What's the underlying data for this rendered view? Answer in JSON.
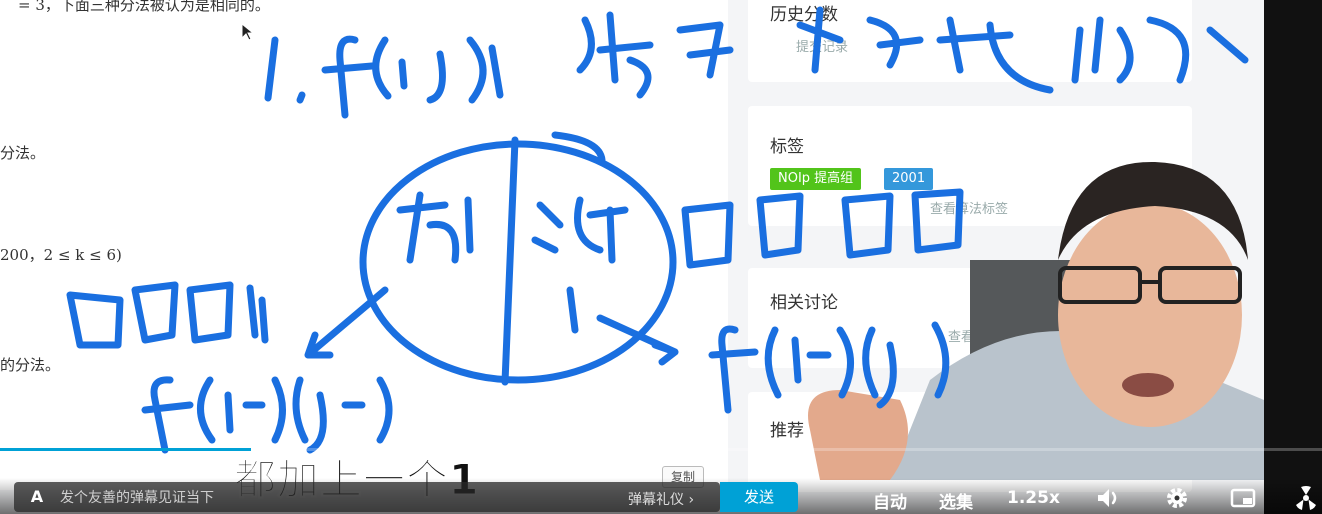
{
  "problem_snippets": [
    "= 3，下面三种分法被认为是相同的。",
    "分法。",
    "200，2 ≤ k ≤ 6)",
    "的分法。"
  ],
  "sidebar": {
    "history_title": "历史分数",
    "history_link": "提交记录",
    "tags_title": "标签",
    "tags": [
      "NOIp 提高组",
      "2001"
    ],
    "algo_tags_link": "查看算法标签",
    "discussion_title": "相关讨论",
    "discussion_link": "查看",
    "recommend_title": "推荐"
  },
  "copy_label": "复制",
  "handwriting": {
    "line1": "1. f(i,j) 将数字i分成j份的",
    "left_region": "有1",
    "right_region": "没有 1",
    "left_formula": "f(i-1)(j-1)",
    "right_formula": "f(i-j)(j)"
  },
  "subtitle": "都加上一个1",
  "player": {
    "progress_fraction": 0.19,
    "danmaku_icon": "A",
    "danmaku_placeholder": "发个友善的弹幕见证当下",
    "etiquette_label": "弹幕礼仪 ›",
    "send_label": "发送",
    "auto_label": "自动",
    "episodes_label": "选集",
    "speed_label": "1.25x",
    "icons": [
      "volume-icon",
      "settings-icon",
      "picture-in-picture-icon",
      "fullscreen-icon"
    ]
  },
  "colors": {
    "ink": "#1a6fe0",
    "accent": "#00a1d6",
    "tag_green": "#52c41a",
    "tag_blue": "#3498db"
  }
}
